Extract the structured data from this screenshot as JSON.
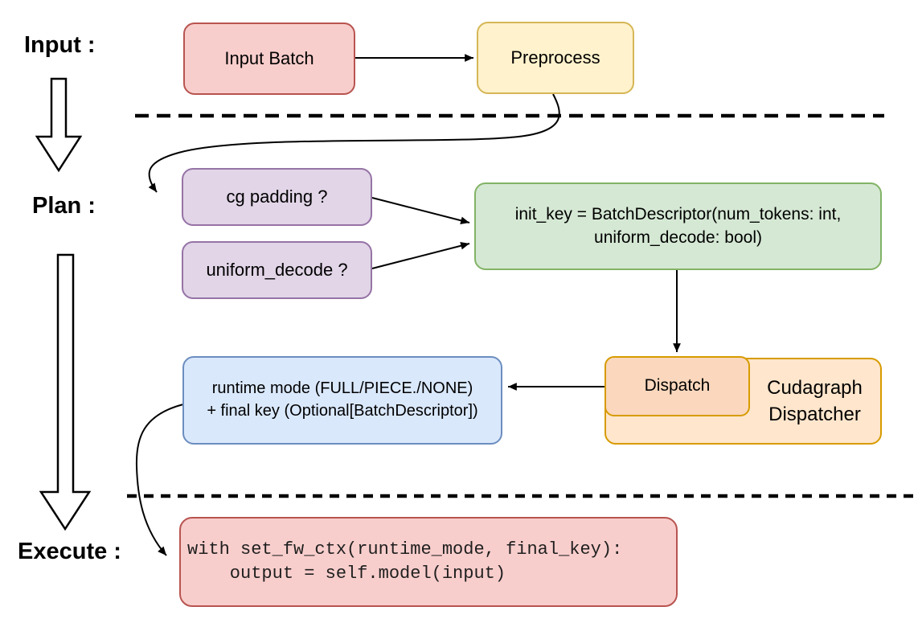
{
  "stages": {
    "input": "Input :",
    "plan": "Plan :",
    "execute": "Execute :"
  },
  "nodes": {
    "input_batch": {
      "label": "Input Batch",
      "fill": "#f8cecc",
      "stroke": "#b85450"
    },
    "preprocess": {
      "label": "Preprocess",
      "fill": "#fff2cc",
      "stroke": "#d6b656"
    },
    "cg_padding": {
      "label": "cg padding ?",
      "fill": "#e1d5e7",
      "stroke": "#9673a6"
    },
    "uniform_decode": {
      "label": "uniform_decode ?",
      "fill": "#e1d5e7",
      "stroke": "#9673a6"
    },
    "init_key": {
      "line1": "init_key = BatchDescriptor(num_tokens: int,",
      "line2": "uniform_decode: bool)",
      "fill": "#d5e8d4",
      "stroke": "#82b366"
    },
    "runtime_mode": {
      "line1": "runtime mode (FULL/PIECE./NONE)",
      "line2": "+ final key (Optional[BatchDescriptor])",
      "fill": "#dae8fc",
      "stroke": "#6c8ebf"
    },
    "dispatch": {
      "label": "Dispatch",
      "fill": "#fad7bd",
      "stroke": "#d79b00"
    },
    "cudagraph_dispatcher": {
      "line1": "Cudagraph",
      "line2": "Dispatcher",
      "fill": "#ffe6cc",
      "stroke": "#d79b00"
    },
    "execute_code": {
      "line1": "with set_fw_ctx(runtime_mode, final_key):",
      "line2": "    output = self.model(input)",
      "fill": "#f8cecc",
      "stroke": "#b85450"
    }
  },
  "connector_color": "#000000"
}
